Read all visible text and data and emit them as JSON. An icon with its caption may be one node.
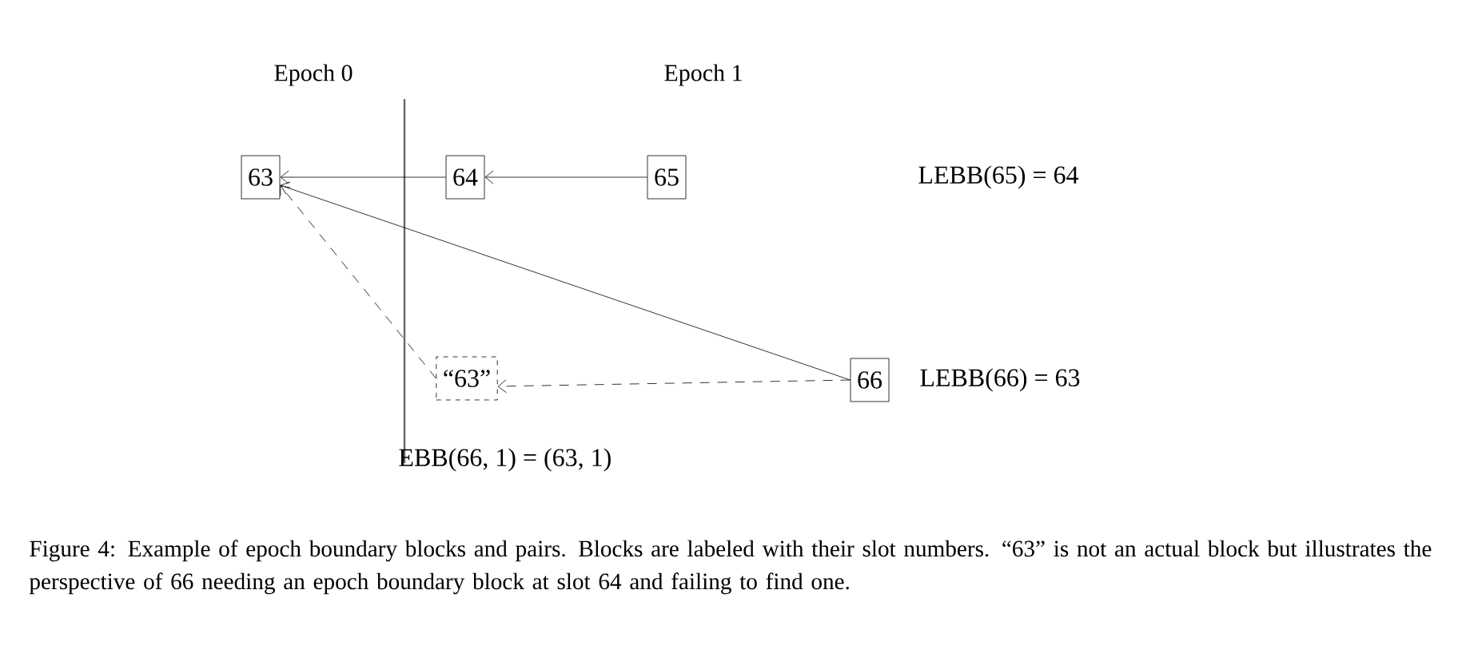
{
  "diagram": {
    "caption": "Figure 4: Example of epoch boundary blocks and pairs. Blocks are labeled with their slot numbers. “63” is not an actual block but illustrates the perspective of 66 needing an epoch boundary block at slot 64 and failing to find one.",
    "nodes": [
      {
        "text": [
          "63"
        ]
      },
      {
        "text": [
          "64"
        ]
      },
      {
        "text": [
          "65"
        ]
      },
      {
        "text": [
          "“63”"
        ]
      },
      {
        "text": [
          "66"
        ]
      }
    ],
    "edges": [
      {
        "from": 1,
        "to": 0,
        "arrow": "to"
      },
      {
        "from": 2,
        "to": 1,
        "arrow": "to"
      },
      {
        "from": 4,
        "to": 0,
        "arrow": "to"
      },
      {
        "from": 4,
        "to": 3,
        "arrow": "to",
        "style": "dashed"
      },
      {
        "from": 3,
        "to": 0,
        "arrow": "to",
        "style": "dashed"
      }
    ],
    "labels": [
      "Epoch 0",
      "Epoch 1",
      "LEBB(65) = 64",
      "LEBB(66) = 63",
      "EBB(66, 1) = (63, 1)"
    ]
  }
}
